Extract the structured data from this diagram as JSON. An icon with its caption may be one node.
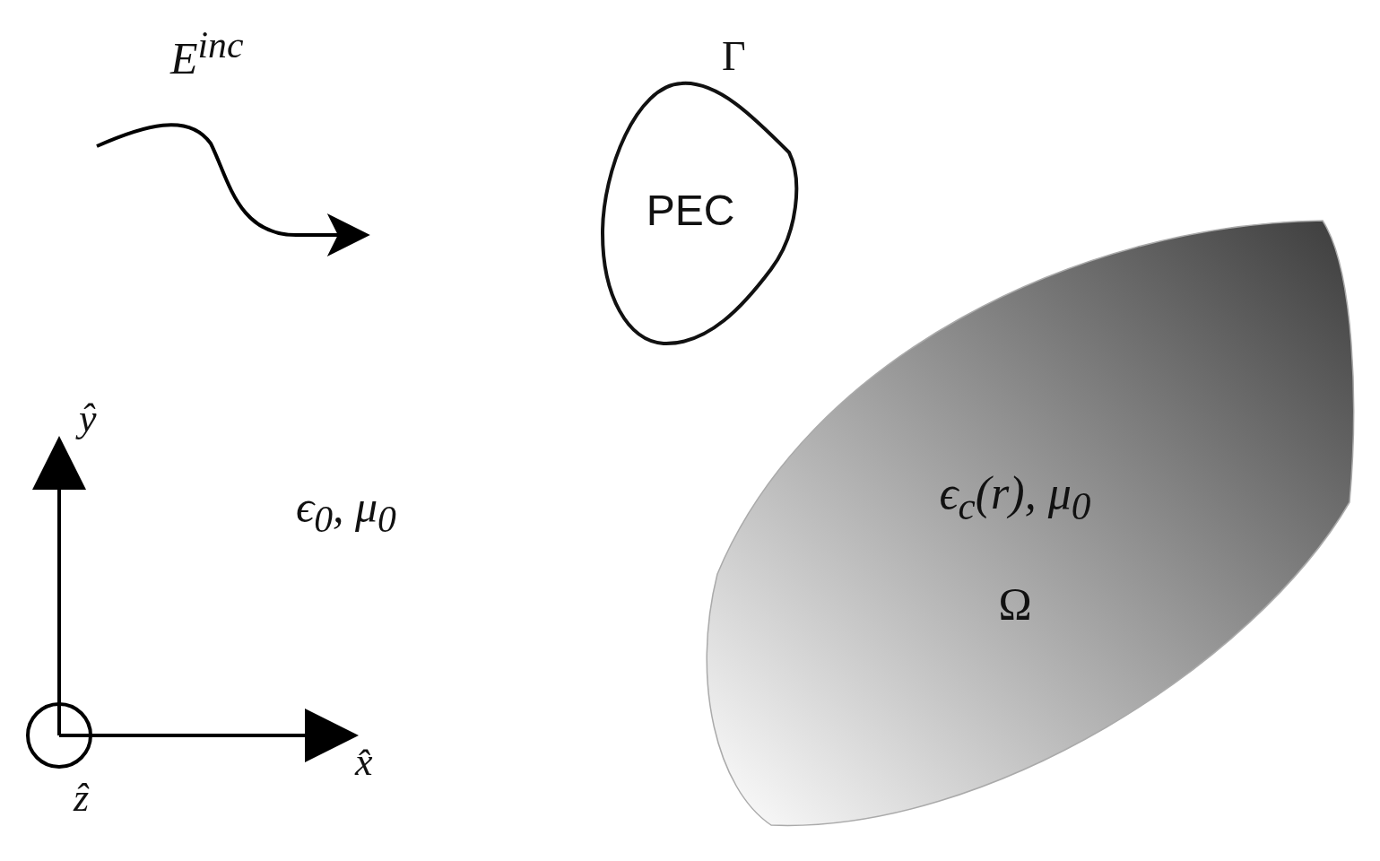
{
  "diagram": {
    "nodes": [
      {
        "text": [
          "PEC"
        ],
        "beside": [
          "Γ"
        ]
      },
      {
        "text": [
          "ϵ$_{c}$(r), μ$_{0}$",
          "Ω"
        ]
      }
    ],
    "labels": [
      "E$^{inc}$",
      "ϵ$_{0}$, μ$_{0}$",
      "ŷ",
      "x̂",
      "ẑ"
    ]
  }
}
